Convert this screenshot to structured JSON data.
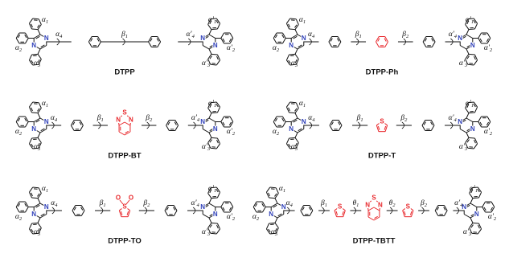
{
  "colors": {
    "bond": "#111111",
    "pyrazine_nitrogen": "#2e3fb8",
    "core": "#e8262a"
  },
  "atoms": {
    "nitrogen": "N",
    "sulfur": "S",
    "oxygen": "O"
  },
  "angles": {
    "a1": "α1",
    "a2": "α2",
    "a3": "α3",
    "a4": "α4",
    "a1p": "α'1",
    "a2p": "α'2",
    "a3p": "α'3",
    "a4p": "α'4",
    "b1": "β1",
    "b2": "β2",
    "t1": "θ1",
    "t2": "θ2"
  },
  "molecules": [
    {
      "name": "DTPP",
      "core": [
        "biphenyl"
      ]
    },
    {
      "name": "DTPP-Ph",
      "core": [
        "phenyl",
        "phenylene",
        "phenyl"
      ]
    },
    {
      "name": "DTPP-BT",
      "core": [
        "phenyl",
        "benzothiadiazole",
        "phenyl"
      ]
    },
    {
      "name": "DTPP-T",
      "core": [
        "phenyl",
        "thiophene",
        "phenyl"
      ]
    },
    {
      "name": "DTPP-TO",
      "core": [
        "phenyl",
        "thiophene-dioxide",
        "phenyl"
      ]
    },
    {
      "name": "DTPP-TBTT",
      "core": [
        "phenyl",
        "thiophene",
        "benzothiadiazole",
        "thiophene",
        "phenyl"
      ]
    }
  ]
}
